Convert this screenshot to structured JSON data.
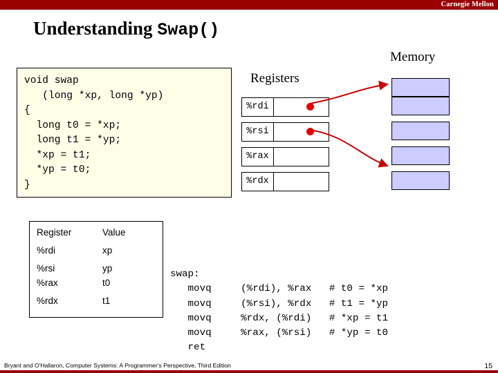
{
  "header": {
    "brand": "Carnegie Mellon",
    "accent_color": "#990000"
  },
  "title": {
    "text": "Understanding ",
    "mono": "Swap()"
  },
  "labels": {
    "memory": "Memory",
    "registers": "Registers"
  },
  "code": {
    "body": "void swap\n   (long *xp, long *yp)\n{\n  long t0 = *xp;\n  long t1 = *yp;\n  *xp = t1;\n  *yp = t0;\n}"
  },
  "registers": [
    {
      "name": "%rdi",
      "value": ""
    },
    {
      "name": "%rsi",
      "value": ""
    },
    {
      "name": "%rax",
      "value": ""
    },
    {
      "name": "%rdx",
      "value": ""
    }
  ],
  "memory_cells": [
    {
      "fill": "#ccccff"
    },
    {
      "fill": "#ccccff"
    },
    {
      "fill": "#ccccff"
    },
    {
      "fill": "#ccccff"
    },
    {
      "fill": "#ccccff"
    }
  ],
  "register_table": {
    "headers": [
      "Register",
      "Value"
    ],
    "rows": [
      [
        "%rdi",
        "xp"
      ],
      [
        "%rsi",
        "yp"
      ],
      [
        "%rax",
        "t0"
      ],
      [
        "%rdx",
        "t1"
      ]
    ]
  },
  "assembly": {
    "label": "swap:",
    "lines": [
      {
        "op": "movq",
        "args": "(%rdi), %rax",
        "comment": "# t0 = *xp"
      },
      {
        "op": "movq",
        "args": "(%rsi), %rdx",
        "comment": "# t1 = *yp"
      },
      {
        "op": "movq",
        "args": "%rdx, (%rdi)",
        "comment": "# *xp = t1"
      },
      {
        "op": "movq",
        "args": "%rax, (%rsi)",
        "comment": "# *yp = t0"
      },
      {
        "op": "ret",
        "args": "",
        "comment": ""
      }
    ],
    "text": "swap:\n   movq     (%rdi), %rax   # t0 = *xp\n   movq     (%rsi), %rdx   # t1 = *yp\n   movq     %rdx, (%rdi)   # *xp = t1\n   movq     %rax, (%rsi)   # *yp = t0\n   ret"
  },
  "footer": {
    "citation": "Bryant and O'Hallaron, Computer Systems: A Programmer's Perspective, Third Edition",
    "page": "15"
  },
  "colors": {
    "dot": "#ee0000",
    "arrow": "#cc0000",
    "memory_fill": "#ccccff",
    "code_bg": "#ffffe8"
  }
}
